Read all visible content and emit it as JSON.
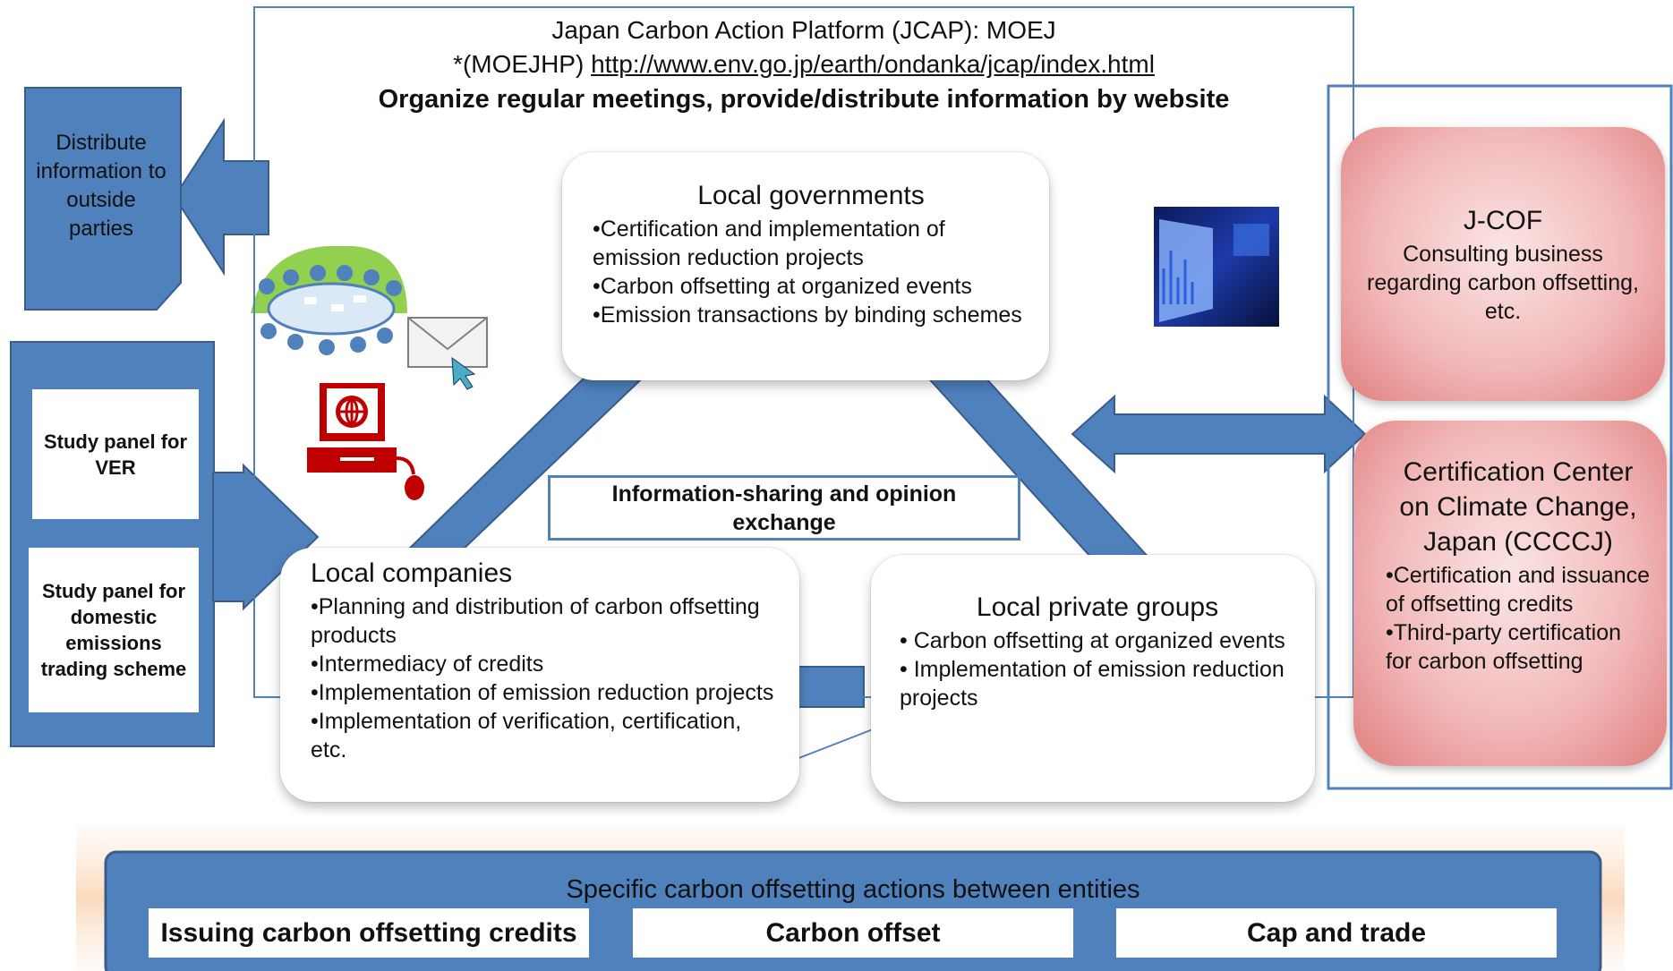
{
  "header": {
    "line1": "Japan Carbon Action Platform (JCAP): MOEJ",
    "line2_prefix": "*(MOEJHP) ",
    "line2_link": "http://www.env.go.jp/earth/ondanka/jcap/index.html",
    "line3": "Organize regular meetings, provide/distribute information by website"
  },
  "distribute": {
    "text": "Distribute information to outside parties"
  },
  "study_panels": [
    {
      "label": "Study panel for VER"
    },
    {
      "label": "Study panel for domestic emissions trading scheme"
    }
  ],
  "local_governments": {
    "title": "Local governments",
    "bullets": [
      "•Certification and implementation of emission reduction projects",
      "•Carbon offsetting at organized events",
      "•Emission transactions by binding schemes"
    ]
  },
  "info_sharing": {
    "label": "Information-sharing and opinion exchange"
  },
  "local_companies": {
    "title": "Local companies",
    "bullets": [
      "•Planning and distribution of carbon offsetting products",
      "•Intermediacy of credits",
      "•Implementation of emission reduction projects",
      "•Implementation of verification, certification, etc."
    ]
  },
  "local_private_groups": {
    "title": "Local private groups",
    "bullets": [
      "• Carbon offsetting at organized events",
      "• Implementation of emission reduction projects"
    ]
  },
  "jcof": {
    "title": "J-COF",
    "desc": "Consulting business regarding carbon offsetting, etc."
  },
  "ccccj": {
    "title": "Certification Center on Climate Change, Japan (CCCCJ)",
    "bullets": [
      "•Certification and issuance of offsetting credits",
      "•Third-party certification for carbon offsetting"
    ]
  },
  "actions": {
    "title": "Specific carbon offsetting actions between entities",
    "items": [
      {
        "label": "Issuing carbon offsetting credits"
      },
      {
        "label": "Carbon offset"
      },
      {
        "label": "Cap and trade"
      }
    ]
  },
  "colors": {
    "blue": "#4f81bd",
    "dark_blue": "#385d8a",
    "pink": "#f2b9b9",
    "red_computer": "#c00000",
    "meeting_green": "#92d050"
  },
  "icons": [
    "meeting-table-icon",
    "envelope-icon",
    "computer-icon",
    "monitor-photo-icon"
  ]
}
